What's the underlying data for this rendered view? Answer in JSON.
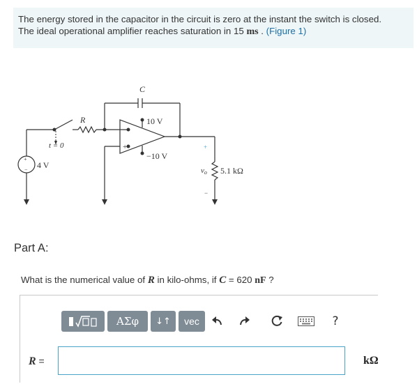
{
  "problem": {
    "line1": "The energy stored in the capacitor in the circuit is zero at the instant the switch is closed.",
    "line2_prefix": "The ideal operational amplifier reaches saturation in 15 ",
    "line2_unit": "ms",
    "line2_sep": " . ",
    "figure_link": "(Figure 1)"
  },
  "circuit": {
    "capacitor_label": "C",
    "resistor_label": "R",
    "switch_time_label": "t = 0",
    "source_voltage": "4 V",
    "supply_positive": "10 V",
    "supply_negative": "−10 V",
    "opamp_minus": "−",
    "opamp_plus": "+",
    "output_voltage_label": "v",
    "output_voltage_sub": "o",
    "output_plus": "+",
    "output_minus": "−",
    "load_resistor": "5.1 kΩ",
    "source_plus": "+",
    "source_minus": "−"
  },
  "part": {
    "title": "Part A:"
  },
  "question": {
    "prefix": "What is the numerical value of ",
    "var_r": "R",
    "middle": " in kilo-ohms, if ",
    "var_c": "C",
    "equals": " = 620 ",
    "unit": "nF",
    "suffix": " ?"
  },
  "toolbar": {
    "templates_icon": "templates-icon",
    "greek_label": "ΑΣφ",
    "arrows_label": "↓↑",
    "vec_label": "vec",
    "undo_icon": "undo-icon",
    "redo_icon": "redo-icon",
    "reset_icon": "reset-icon",
    "keyboard_icon": "keyboard-icon",
    "help_label": "?"
  },
  "answer": {
    "var_label": "R",
    "equals": " =",
    "value": "",
    "unit": "kΩ"
  },
  "colors": {
    "problem_bg": "#eef6f8",
    "link": "#1d6fa5",
    "toolbar_button": "#7f8c96",
    "input_border": "#4aa3c9"
  }
}
